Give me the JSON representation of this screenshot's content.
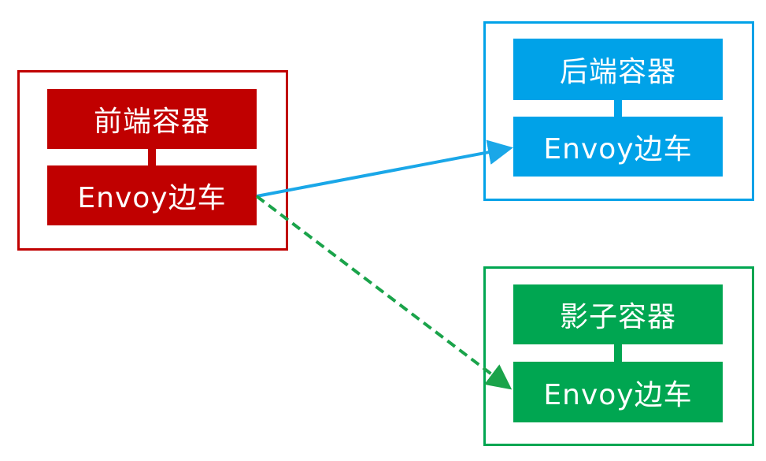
{
  "colors": {
    "frontend": "#c00000",
    "backend": "#00a2e8",
    "shadow": "#00a651"
  },
  "frontend": {
    "container_label": "前端容器",
    "sidecar_label": "Envoy边车"
  },
  "backend": {
    "container_label": "后端容器",
    "sidecar_label": "Envoy边车"
  },
  "shadow": {
    "container_label": "影子容器",
    "sidecar_label": "Envoy边车"
  }
}
